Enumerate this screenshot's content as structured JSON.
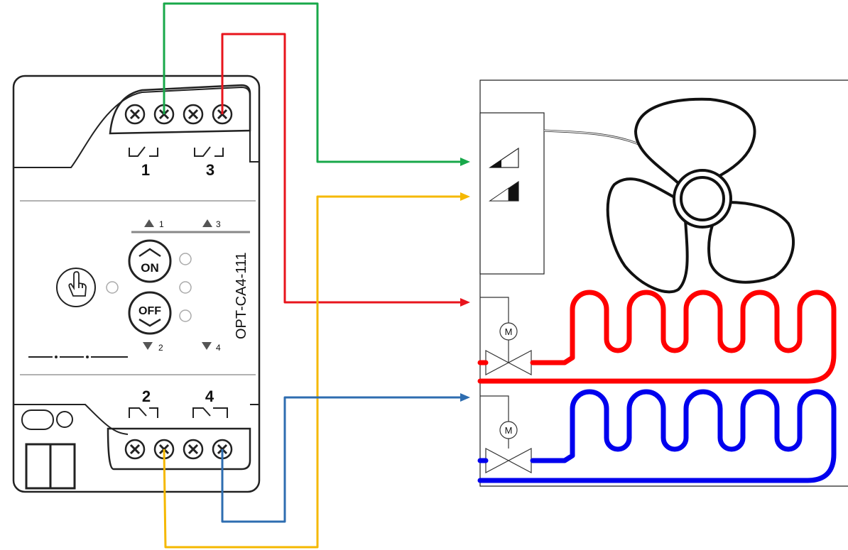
{
  "module": {
    "model": "OPT-CA4-111",
    "relays": {
      "top": [
        "1",
        "3"
      ],
      "bottom": [
        "2",
        "4"
      ]
    },
    "indicators": {
      "up_1": "1",
      "up_3": "3",
      "down_2": "2",
      "down_4": "4"
    },
    "buttons": {
      "on": "ON",
      "off": "OFF",
      "touch_icon": "hand-pointer-icon"
    }
  },
  "wire_colors": {
    "green": "#18a84a",
    "red": "#e8141c",
    "yellow": "#f5b800",
    "blue": "#2e6db0"
  },
  "pipe_colors": {
    "hot": "#ff0000",
    "cold": "#0000ee"
  },
  "unit": {
    "fan_speed_icons": [
      "fan-speed-low-icon",
      "fan-speed-high-icon"
    ],
    "valve_motor_label": "M"
  }
}
